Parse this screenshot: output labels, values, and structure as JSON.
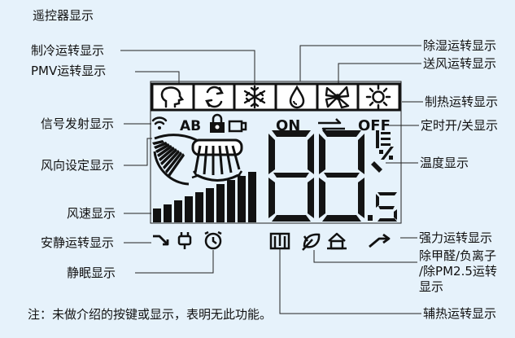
{
  "title": "遥控器显示",
  "labels": {
    "cool": "制冷运转显示",
    "pmv": "PMV运转显示",
    "signal": "信号发射显示",
    "wind_direction": "风向设定显示",
    "fan_speed": "风速显示",
    "quiet": "安静运转显示",
    "sleep": "静眠显示",
    "dehumidify": "除湿运转显示",
    "fan_only": "送风运转显示",
    "heat": "制热运转显示",
    "timer": "定时开/关显示",
    "temperature": "温度显示",
    "turbo": "强力运转显示",
    "purify_line1": "除甲醛/负离子",
    "purify_line2": "/除PM2.5运转",
    "purify_line3": "显示",
    "aux_heat": "辅热运转显示"
  },
  "lcd": {
    "ab": "AB",
    "on": "ON",
    "off": "OFF",
    "digits": "88",
    "decimal": "5",
    "degree_unit": "℃"
  },
  "footnote": "注：未做介绍的按键或显示，表明无此功能。",
  "icons": [
    "pmv-head-icon",
    "auto-cycle-icon",
    "snowflake-icon",
    "water-drop-icon",
    "fan-icon",
    "sun-icon",
    "signal-icon",
    "lock-icon",
    "clean-icon",
    "swap-arrows-icon",
    "louver-icon",
    "fan-speed-bars-icon",
    "quiet-icon",
    "purify-icon",
    "sleep-alarm-icon",
    "aux-heat-icon",
    "leaf-icon",
    "house-icon",
    "turbo-arrow-icon"
  ]
}
